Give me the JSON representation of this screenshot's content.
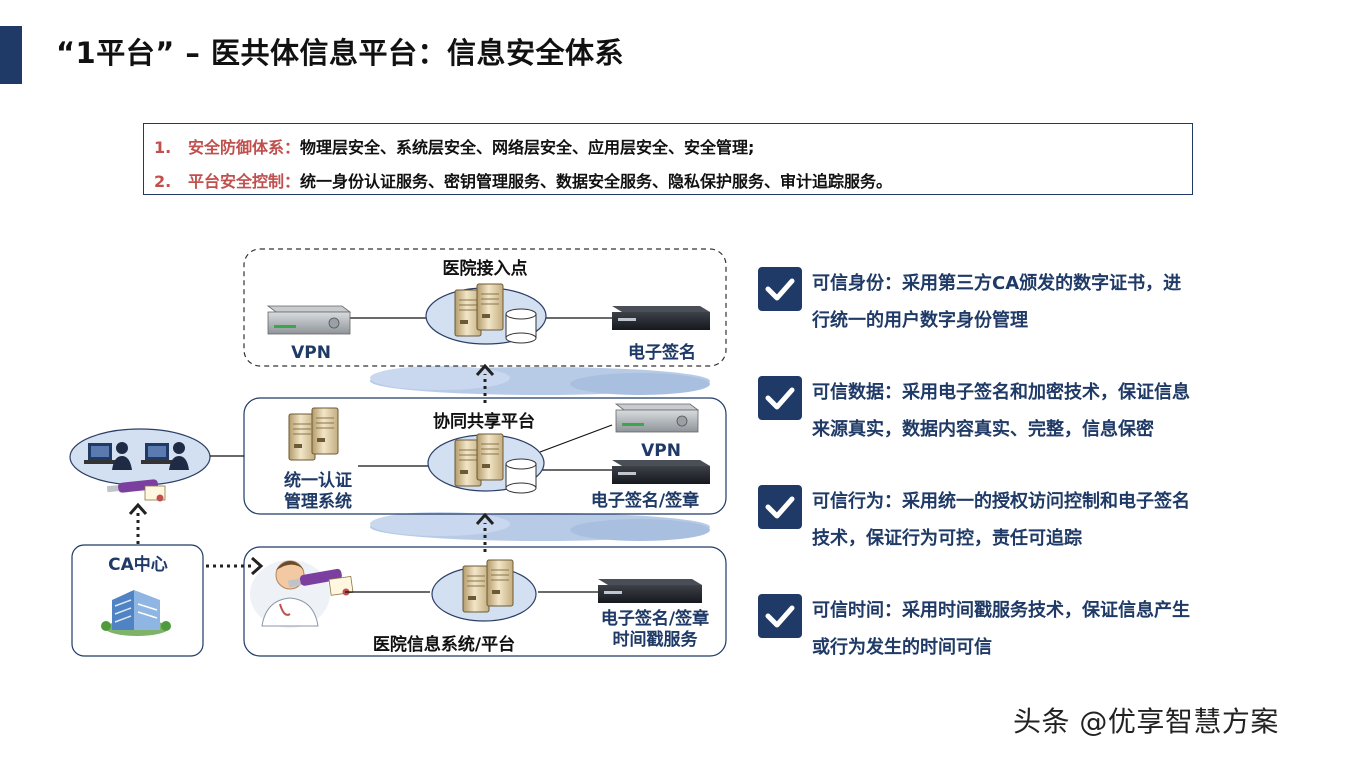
{
  "header": {
    "title": "“1平台” – 医共体信息平台：信息安全体系"
  },
  "summary": [
    {
      "num": "1.",
      "key": "安全防御体系：",
      "text": "物理层安全、系统层安全、网络层安全、应用层安全、安全管理;"
    },
    {
      "num": "2.",
      "key": "平台安全控制：",
      "text": "统一身份认证服务、密钥管理服务、数据安全服务、隐私保护服务、审计追踪服务。"
    }
  ],
  "diagram": {
    "access_point": {
      "title": "医院接入点",
      "vpn": "VPN",
      "esign": "电子签名"
    },
    "shared_platform": {
      "title": "协同共享平台",
      "auth_line1": "统一认证",
      "auth_line2": "管理系统",
      "vpn": "VPN",
      "esign": "电子签名/签章"
    },
    "ca_center": {
      "title": "CA中心"
    },
    "hospital_system": {
      "title": "医院信息系统/平台",
      "esign_line1": "电子签名/签章",
      "esign_line2": "时间戳服务"
    }
  },
  "features": [
    {
      "line1": "可信身份：采用第三方CA颁发的数字证书，进",
      "line2": "行统一的用户数字身份管理"
    },
    {
      "line1": "可信数据：采用电子签名和加密技术，保证信息",
      "line2": "来源真实，数据内容真实、完整，信息保密"
    },
    {
      "line1": "可信行为：采用统一的授权访问控制和电子签名",
      "line2": "技术，保证行为可控，责任可追踪"
    },
    {
      "line1": "可信时间：采用时间戳服务技术，保证信息产生",
      "line2": "或行为发生的时间可信"
    }
  ],
  "watermark": "头条 @优享智慧方案",
  "colors": {
    "navy": "#1f3a66",
    "red": "#c0504d",
    "cloud": "#b8cbe6"
  },
  "icons": [
    "check-icon",
    "server-icon",
    "database-icon",
    "vpn-device-icon",
    "signature-device-icon",
    "user-computer-icon",
    "usb-key-icon",
    "certificate-icon",
    "building-icon",
    "doctor-icon"
  ]
}
